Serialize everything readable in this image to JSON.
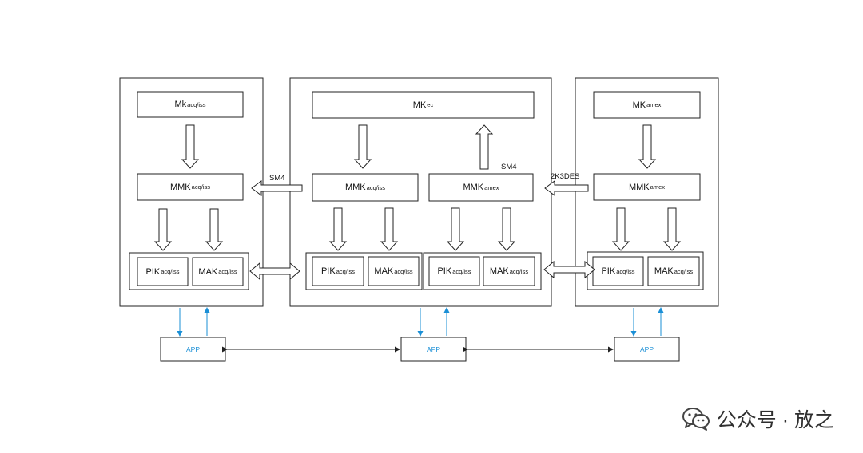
{
  "left": {
    "top": {
      "main": "Mk",
      "sub": "acq/iss"
    },
    "mid": {
      "main": "MMK",
      "sub": "acq/iss"
    },
    "pik": {
      "main": "PIK",
      "sub": "acq/iss"
    },
    "mak": {
      "main": "MAK",
      "sub": "acq/iss"
    },
    "app": "APP"
  },
  "center": {
    "top": {
      "main": "MK",
      "sub": "ec"
    },
    "mid_left": {
      "main": "MMK",
      "sub": "acq/iss"
    },
    "mid_right": {
      "main": "MMK",
      "sub": "amex"
    },
    "pik_left": {
      "main": "PIK",
      "sub": "acq/iss"
    },
    "mak_left": {
      "main": "MAK",
      "sub": "acq/iss"
    },
    "pik_right": {
      "main": "PIK",
      "sub": "acq/iss"
    },
    "mak_right": {
      "main": "MAK",
      "sub": "acq/iss"
    },
    "app": "APP"
  },
  "right": {
    "top": {
      "main": "MK",
      "sub": "amex"
    },
    "mid": {
      "main": "MMK",
      "sub": "amex"
    },
    "pik": {
      "main": "PIK",
      "sub": "acq/iss"
    },
    "mak": {
      "main": "MAK",
      "sub": "acq/iss"
    },
    "app": "APP"
  },
  "edges": {
    "sm4_left": "SM4",
    "sm4_up": "SM4",
    "des": "2K3DES"
  },
  "watermark": {
    "text": "公众号 · 放之",
    "icon": "wechat-icon"
  },
  "colors": {
    "app_arrow": "#1a8fd6",
    "app_text": "#1a8fd6",
    "line": "#222222"
  }
}
